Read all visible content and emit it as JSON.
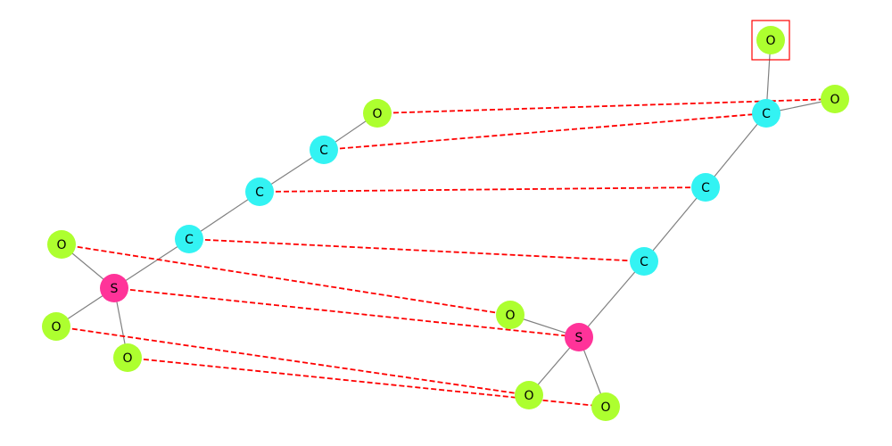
{
  "colors": {
    "C": "#33f3f3",
    "O": "#adff2f",
    "S": "#ff3399",
    "bond": "#808080",
    "match": "#ff0000",
    "highlight": "#ff0000"
  },
  "graph_left": {
    "nodes": [
      {
        "id": "L_S",
        "label": "S"
      },
      {
        "id": "L_C1",
        "label": "C"
      },
      {
        "id": "L_C2",
        "label": "C"
      },
      {
        "id": "L_C3",
        "label": "C"
      },
      {
        "id": "L_O1",
        "label": "O"
      },
      {
        "id": "L_O2",
        "label": "O"
      },
      {
        "id": "L_O3",
        "label": "O"
      },
      {
        "id": "L_O4",
        "label": "O"
      }
    ],
    "edges": [
      [
        "L_S",
        "L_C1"
      ],
      [
        "L_C1",
        "L_C2"
      ],
      [
        "L_C2",
        "L_C3"
      ],
      [
        "L_C3",
        "L_O1"
      ],
      [
        "L_S",
        "L_O2"
      ],
      [
        "L_S",
        "L_O3"
      ],
      [
        "L_S",
        "L_O4"
      ]
    ]
  },
  "graph_right": {
    "nodes": [
      {
        "id": "R_S",
        "label": "S"
      },
      {
        "id": "R_C1",
        "label": "C"
      },
      {
        "id": "R_C2",
        "label": "C"
      },
      {
        "id": "R_C3",
        "label": "C"
      },
      {
        "id": "R_O1",
        "label": "O"
      },
      {
        "id": "R_O2",
        "label": "O"
      },
      {
        "id": "R_O3",
        "label": "O"
      },
      {
        "id": "R_O4",
        "label": "O"
      },
      {
        "id": "R_O5",
        "label": "O",
        "highlighted": true
      }
    ],
    "edges": [
      [
        "R_S",
        "R_C1"
      ],
      [
        "R_C1",
        "R_C2"
      ],
      [
        "R_C2",
        "R_C3"
      ],
      [
        "R_C3",
        "R_O1"
      ],
      [
        "R_C3",
        "R_O5"
      ],
      [
        "R_S",
        "R_O2"
      ],
      [
        "R_S",
        "R_O3"
      ],
      [
        "R_S",
        "R_O4"
      ]
    ]
  },
  "matches": [
    [
      "L_O1",
      "R_O1"
    ],
    [
      "L_C3",
      "R_C3"
    ],
    [
      "L_C2",
      "R_C2"
    ],
    [
      "L_C1",
      "R_C1"
    ],
    [
      "L_O2",
      "R_O2"
    ],
    [
      "L_S",
      "R_S"
    ],
    [
      "L_O3",
      "R_O3"
    ],
    [
      "L_O4",
      "R_O4"
    ]
  ]
}
